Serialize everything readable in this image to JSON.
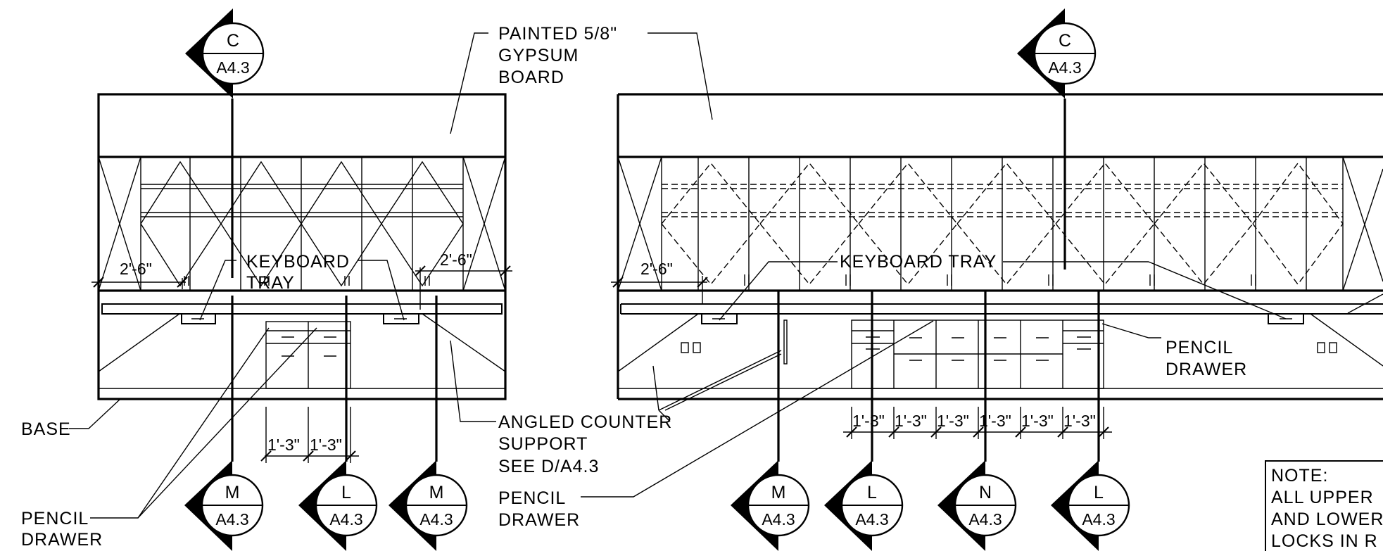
{
  "notes": {
    "gypsum_line1": "PAINTED 5/8\"",
    "gypsum_line2": "GYPSUM",
    "gypsum_line3": "BOARD",
    "keyboard_left_line1": "KEYBOARD",
    "keyboard_left_line2": "TRAY",
    "keyboard_right": "KEYBOARD TRAY",
    "base": "BASE",
    "pencil_left_line1": "PENCIL",
    "pencil_left_line2": "DRAWER",
    "angled_line1": "ANGLED COUNTER",
    "angled_line2": "SUPPORT",
    "angled_line3": "SEE D/A4.3",
    "pencil_center_line1": "PENCIL",
    "pencil_center_line2": "DRAWER",
    "pencil_right_line1": "PENCIL",
    "pencil_right_line2": "DRAWER",
    "general_note_title": "NOTE:",
    "general_note_line1": "ALL UPPER",
    "general_note_line2": "AND LOWER",
    "general_note_line3": "LOCKS IN R"
  },
  "dimensions": {
    "left_a": "2'-6\"",
    "left_b": "2'-6\"",
    "right_a": "2'-6\"",
    "lower_left_1": "1'-3\"",
    "lower_left_2": "1'-3\"",
    "lower_right": [
      "1'-3\"",
      "1'-3\"",
      "1'-3\"",
      "1'-3\"",
      "1'-3\"",
      "1'-3\""
    ]
  },
  "section_markers": {
    "top_left": {
      "letter": "C",
      "sheet": "A4.3"
    },
    "top_right": {
      "letter": "C",
      "sheet": "A4.3"
    },
    "bottom": [
      {
        "letter": "M",
        "sheet": "A4.3"
      },
      {
        "letter": "L",
        "sheet": "A4.3"
      },
      {
        "letter": "M",
        "sheet": "A4.3"
      },
      {
        "letter": "M",
        "sheet": "A4.3"
      },
      {
        "letter": "L",
        "sheet": "A4.3"
      },
      {
        "letter": "N",
        "sheet": "A4.3"
      },
      {
        "letter": "L",
        "sheet": "A4.3"
      }
    ]
  }
}
